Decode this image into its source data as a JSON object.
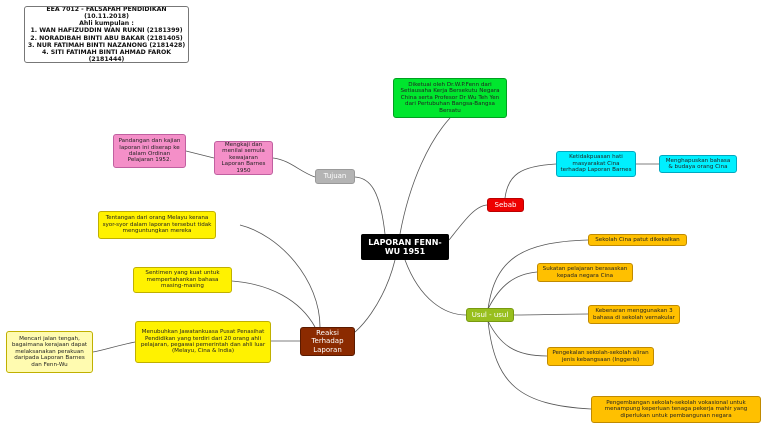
{
  "header": {
    "lines": [
      "EEA 7012 - FALSAFAH PENDIDIKAN (10.11.2018)",
      "Ahli kumpulan :",
      "1. WAN HAFIZUDDIN WAN RUKNI (2181399)",
      "2. NORADIBAH BINTI ABU BAKAR (2181405)",
      "3. NUR FATIMAH BINTI NAZANONG (2181428)",
      "4. SITI FATIMAH BINTI AHMAD FAROK (2181444)"
    ]
  },
  "center": {
    "text": "LAPORAN FENN-WU 1951"
  },
  "branches": {
    "tujuan": "Tujuan",
    "sebab": "Sebab",
    "usul": "Usul - usul",
    "reaksi": "Reaksi Terhadap Laporan"
  },
  "nodes": {
    "dikaji": "Mengkaji dan menilai semula kewajaran Laporan Barnes 1950",
    "pandangan": "Pandangan dan kajian laporan ini diserap ke dalam Ordinan Pelajaran 1952.",
    "diketuai": "Diketuai oleh Dr.W.P.Fenn dari Setiausaha Kerja Bersekutu Negara China serta Profesor Dr Wu Teh Yen dari Pertubuhan Bangsa-Bangsa Bersatu",
    "ketidakpuasan": "Ketidakpuasan hati masyarakat Cina terhadap Laporan Barnes",
    "menghapuskan": "Menghapuskan bahasa & budaya orang Cina",
    "tentangan": "Tentangan dari orang Melayu kerana syor-syor dalam laporan tersebut tidak menguntungkan mereka",
    "sentimen": "Sentimen yang kuat untuk mempertahankan bahasa masing-masing",
    "menubuhkan": "Menubuhkan Jawatankuasa Pusat Penasihat Pendidikan yang terdiri dari 20 orang ahli pelajaran, pegawai pemerintah dan ahli luar (Melayu, Cina & India)",
    "mencari": "Mencari jalan tengah, bagaimana kerajaan dapat melaksanakan perakuan daripada Laporan Barnes dan Fenn-Wu",
    "sekolah_cina": "Sekolah Cina patut dikekalkan",
    "sukatan": "Sukatan pelajaran berasaskan kepada negara Cina",
    "kebenaran": "Kebenaran menggunakan 3 bahasa di sekolah vernakular",
    "pengekalan": "Pengekalan sekolah-sekolah aliran jenis kebangsaan (Inggeris)",
    "vokasional": "Pengembangan sekolah-sekolah vokasional untuk menampung keperluan tenaga pekerja mahir yang diperlukan untuk pembangunan negara"
  },
  "colors": {
    "pink": "#f48fc8",
    "green": "#00e62e",
    "cyan": "#00f0ff",
    "red": "#ee0000",
    "yellow": "#fff200",
    "orange": "#ffc000",
    "olive": "#98bf1e",
    "brown": "#8b2a00",
    "grey": "#b4b4b4",
    "edge": "#444444"
  }
}
